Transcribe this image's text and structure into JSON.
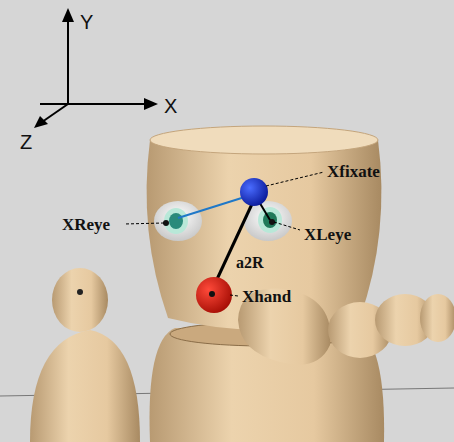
{
  "diagram": {
    "labels": [
      "Y",
      "X",
      "Z",
      "Xfixate",
      "XReye",
      "XLeye",
      "a2R",
      "Xhand"
    ]
  }
}
